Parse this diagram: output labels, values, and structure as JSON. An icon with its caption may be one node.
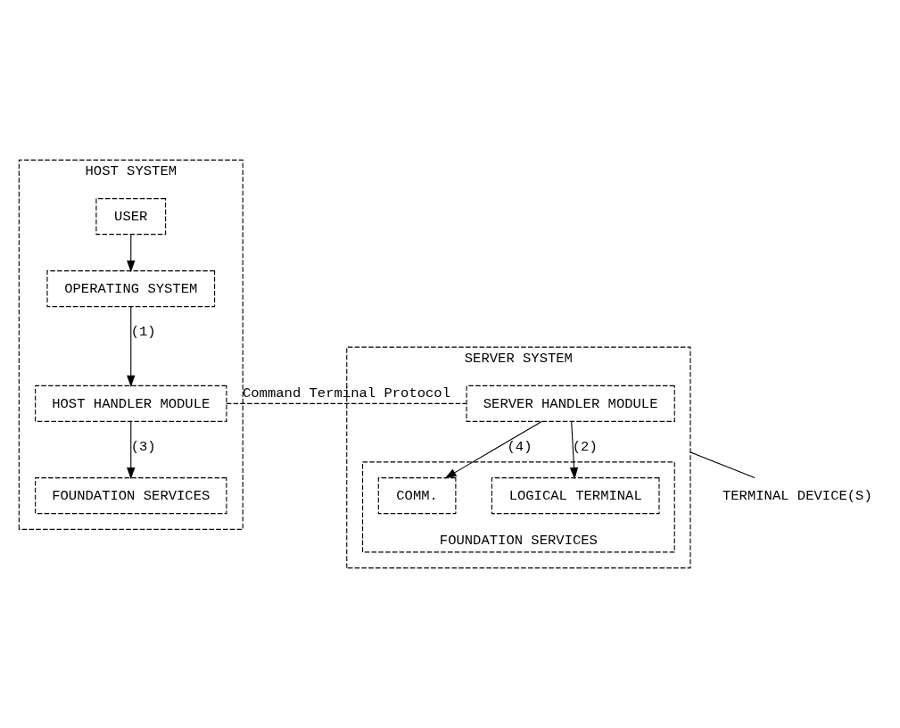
{
  "diagram": {
    "nodes": [
      {
        "text": [
          "HOST SYSTEM"
        ]
      },
      {
        "text": [
          "USER"
        ],
        "in": 0
      },
      {
        "text": [
          "OPERATING SYSTEM"
        ],
        "in": 0
      },
      {
        "text": [
          "HOST HANDLER MODULE"
        ],
        "in": 0
      },
      {
        "text": [
          "FOUNDATION SERVICES"
        ],
        "in": 0
      },
      {
        "text": [
          "SERVER SYSTEM"
        ]
      },
      {
        "text": [
          "SERVER HANDLER MODULE"
        ],
        "in": 5
      },
      {
        "text": [
          "FOUNDATION SERVICES"
        ],
        "in": 5
      },
      {
        "text": [
          "COMM."
        ],
        "in": 7
      },
      {
        "text": [
          "LOGICAL TERMINAL"
        ],
        "in": 7
      },
      {
        "text": [
          "TERMINAL DEVICE(S)"
        ]
      }
    ],
    "edges": [
      {
        "from": 1,
        "to": 2,
        "arrow": "to"
      },
      {
        "from": 2,
        "to": 3,
        "arrow": "to",
        "label": "(1)"
      },
      {
        "from": 3,
        "to": 4,
        "arrow": "to",
        "label": "(3)"
      },
      {
        "from": 3,
        "to": 6,
        "arrow": "none",
        "label": "Command Terminal Protocol",
        "style": "dashed"
      },
      {
        "from": 6,
        "to": 8,
        "arrow": "to",
        "label": "(4)"
      },
      {
        "from": 6,
        "to": 9,
        "arrow": "to",
        "label": "(2)"
      },
      {
        "from": 5,
        "to": 10,
        "arrow": "none"
      }
    ]
  }
}
